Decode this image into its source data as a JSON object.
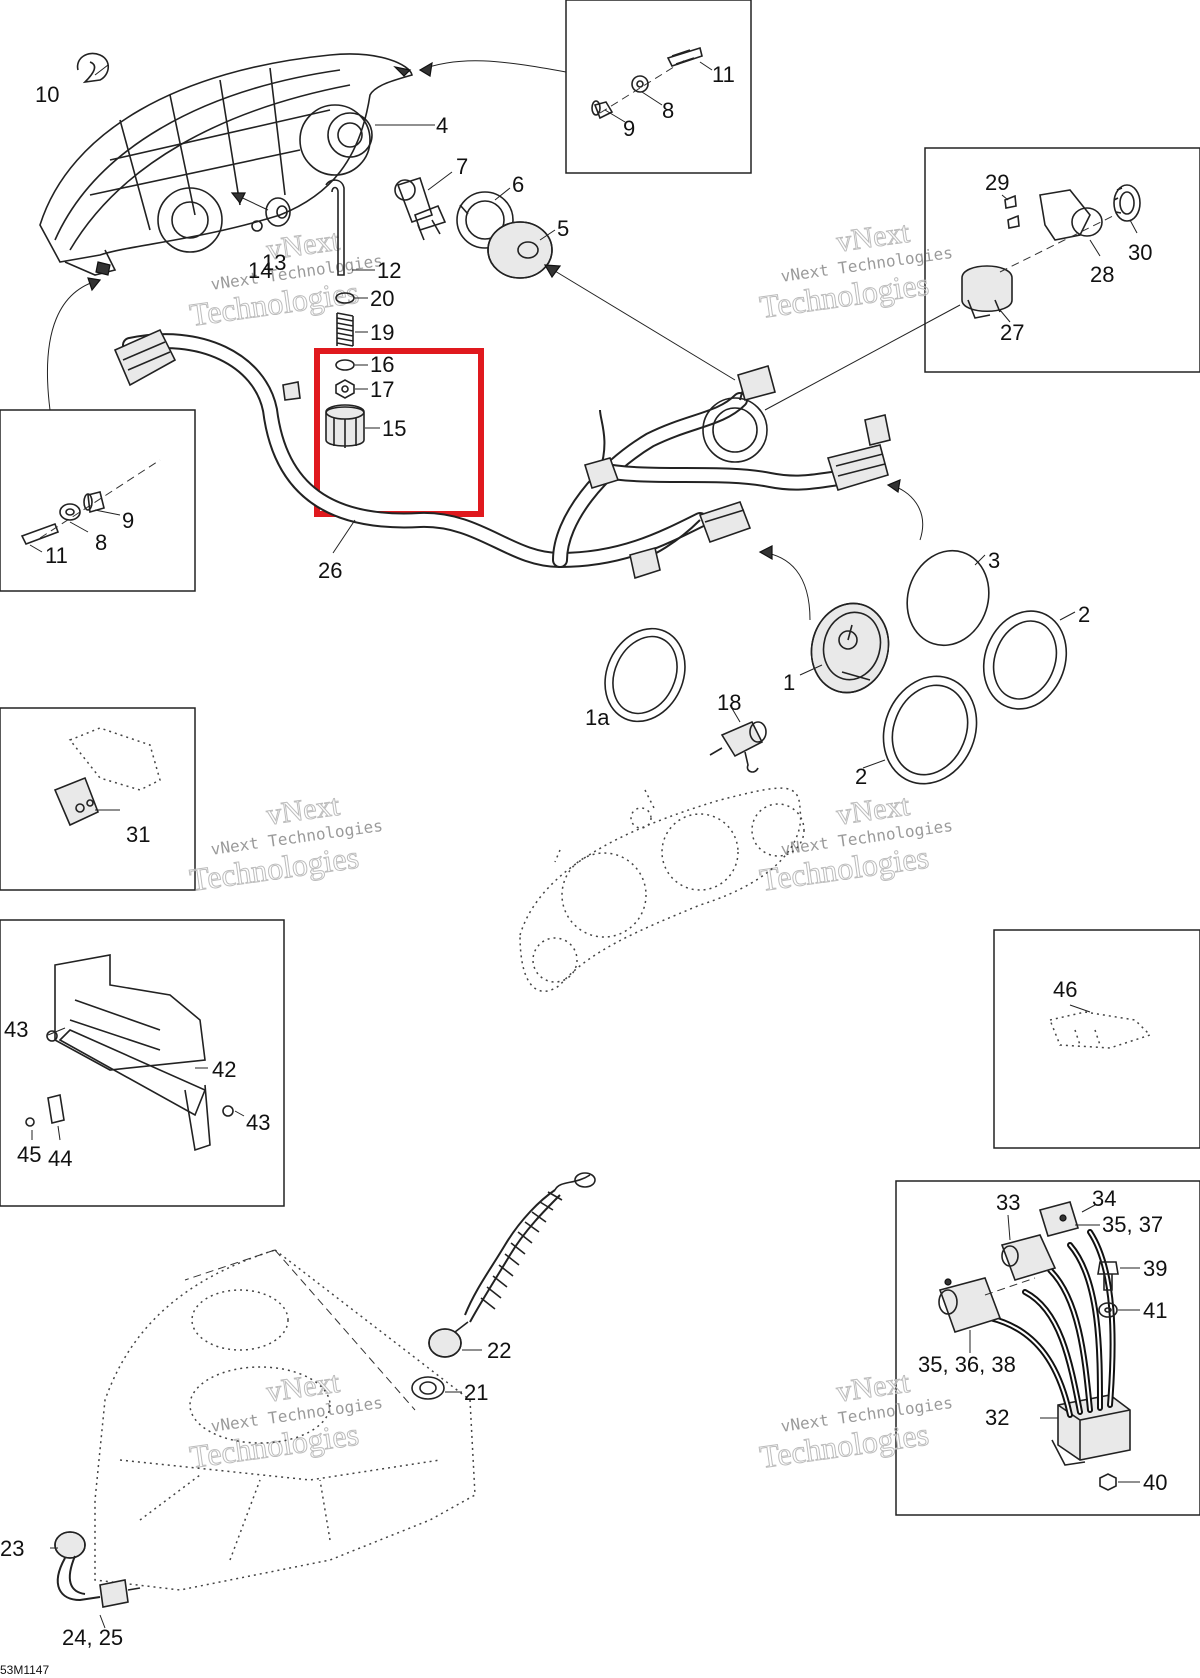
{
  "diagram": {
    "drawing_code": "53M1147",
    "watermark": {
      "line1": "vNext",
      "line2": "vNext Technologies",
      "line3": "Technologies"
    },
    "highlight_color": "#e0191e",
    "callouts": [
      {
        "id": "c10",
        "text": "10"
      },
      {
        "id": "c11a",
        "text": "11"
      },
      {
        "id": "c8a",
        "text": "8"
      },
      {
        "id": "c9a",
        "text": "9"
      },
      {
        "id": "c4",
        "text": "4"
      },
      {
        "id": "c7",
        "text": "7"
      },
      {
        "id": "c6",
        "text": "6"
      },
      {
        "id": "c5",
        "text": "5"
      },
      {
        "id": "c13",
        "text": "13"
      },
      {
        "id": "c14",
        "text": "14"
      },
      {
        "id": "c12",
        "text": "12"
      },
      {
        "id": "c20",
        "text": "20"
      },
      {
        "id": "c19",
        "text": "19"
      },
      {
        "id": "c16",
        "text": "16"
      },
      {
        "id": "c17",
        "text": "17"
      },
      {
        "id": "c15",
        "text": "15"
      },
      {
        "id": "c29",
        "text": "29"
      },
      {
        "id": "c30",
        "text": "30"
      },
      {
        "id": "c28",
        "text": "28"
      },
      {
        "id": "c27",
        "text": "27"
      },
      {
        "id": "c9b",
        "text": "9"
      },
      {
        "id": "c8b",
        "text": "8"
      },
      {
        "id": "c11b",
        "text": "11"
      },
      {
        "id": "c26",
        "text": "26"
      },
      {
        "id": "c3",
        "text": "3"
      },
      {
        "id": "c2a",
        "text": "2"
      },
      {
        "id": "c1",
        "text": "1"
      },
      {
        "id": "c1a",
        "text": "1a"
      },
      {
        "id": "c18",
        "text": "18"
      },
      {
        "id": "c2b",
        "text": "2"
      },
      {
        "id": "c31",
        "text": "31"
      },
      {
        "id": "c46",
        "text": "46"
      },
      {
        "id": "c43a",
        "text": "43"
      },
      {
        "id": "c42",
        "text": "42"
      },
      {
        "id": "c43b",
        "text": "43"
      },
      {
        "id": "c45",
        "text": "45"
      },
      {
        "id": "c44",
        "text": "44"
      },
      {
        "id": "c33",
        "text": "33"
      },
      {
        "id": "c34",
        "text": "34"
      },
      {
        "id": "c3537",
        "text": "35, 37"
      },
      {
        "id": "c39",
        "text": "39"
      },
      {
        "id": "c41",
        "text": "41"
      },
      {
        "id": "c353638",
        "text": "35, 36, 38"
      },
      {
        "id": "c32",
        "text": "32"
      },
      {
        "id": "c40",
        "text": "40"
      },
      {
        "id": "c22",
        "text": "22"
      },
      {
        "id": "c21",
        "text": "21"
      },
      {
        "id": "c23",
        "text": "23"
      },
      {
        "id": "c2425",
        "text": "24, 25"
      }
    ]
  }
}
